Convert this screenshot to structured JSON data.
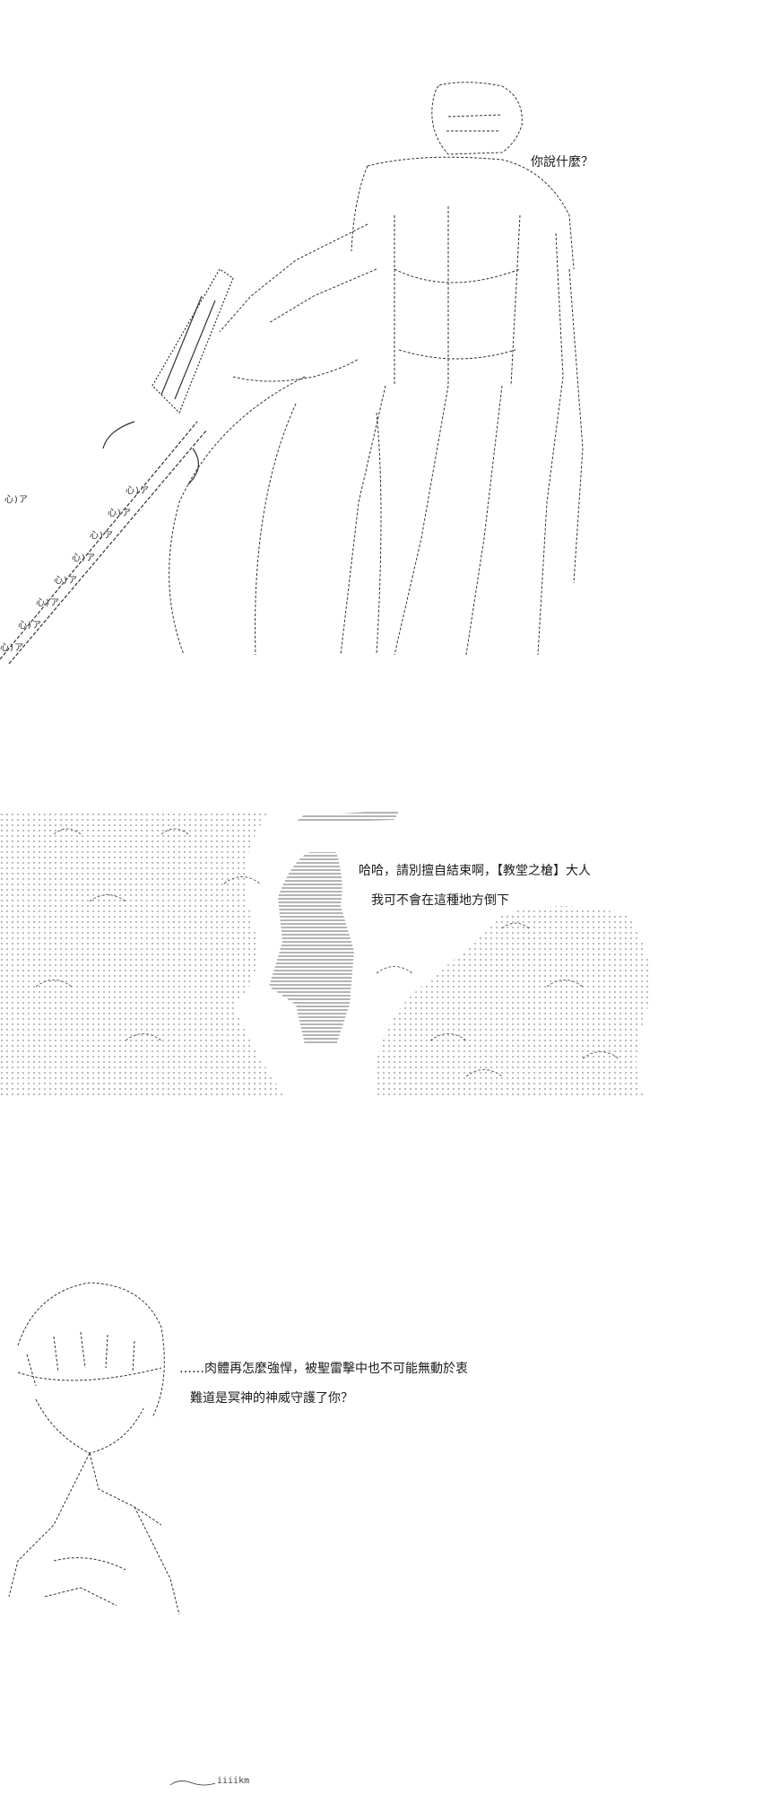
{
  "scene1": {
    "line1": "你說什麼？"
  },
  "scene2": {
    "line1": "哈哈，請別擅自結束啊，【教堂之槍】大人",
    "line2": "我可不會在這種地方倒下"
  },
  "scene3": {
    "line1": "……肉體再怎麼強悍，被聖雷擊中也不可能無動於衷",
    "line2": "難道是冥神的神威守護了你？"
  },
  "footer": {
    "fragment": "iiiikm"
  },
  "palette": {
    "ink": "#1a1a1a",
    "background": "#ffffff"
  }
}
